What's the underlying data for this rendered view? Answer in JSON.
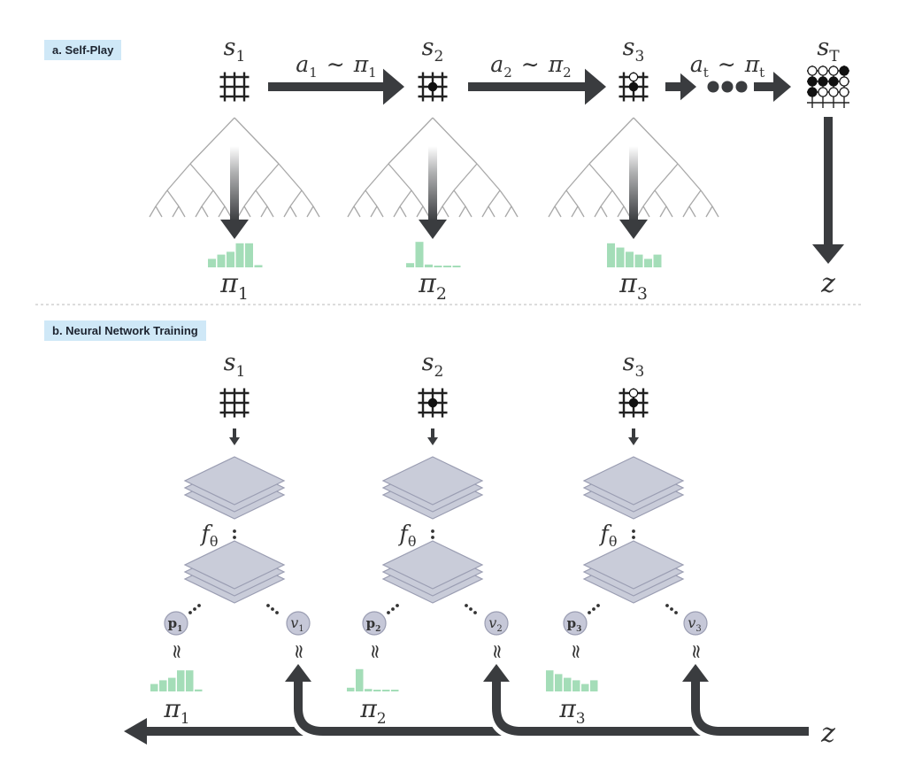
{
  "section_a": {
    "tag": "a. Self-Play"
  },
  "section_b": {
    "tag": "b. Neural Network Training"
  },
  "colors": {
    "arrow": "#3a3c3f",
    "tree": "#a8a8a8",
    "histogram": "#a4ddb8",
    "layer_fill": "#c9ccd9",
    "layer_stroke": "#9a9db2",
    "node_fill": "#c6c8d8",
    "tag_bg": "#cfe8f7"
  },
  "self_play": {
    "states": [
      {
        "sym": "s",
        "sub": "1",
        "stones": []
      },
      {
        "sym": "s",
        "sub": "2",
        "stones": [
          {
            "r": 1,
            "c": 1,
            "color": "black"
          }
        ]
      },
      {
        "sym": "s",
        "sub": "3",
        "stones": [
          {
            "r": 1,
            "c": 1,
            "color": "black"
          },
          {
            "r": 0,
            "c": 1,
            "color": "white"
          }
        ]
      },
      {
        "sym": "s",
        "sub": "T",
        "stones": [
          {
            "r": 0,
            "c": 0,
            "color": "white"
          },
          {
            "r": 0,
            "c": 1,
            "color": "white"
          },
          {
            "r": 0,
            "c": 2,
            "color": "white"
          },
          {
            "r": 0,
            "c": 3,
            "color": "black"
          },
          {
            "r": 1,
            "c": 0,
            "color": "black"
          },
          {
            "r": 1,
            "c": 1,
            "color": "black"
          },
          {
            "r": 1,
            "c": 2,
            "color": "black"
          },
          {
            "r": 1,
            "c": 3,
            "color": "white"
          },
          {
            "r": 2,
            "c": 0,
            "color": "black"
          },
          {
            "r": 2,
            "c": 1,
            "color": "white"
          },
          {
            "r": 2,
            "c": 2,
            "color": "white"
          },
          {
            "r": 2,
            "c": 3,
            "color": "white"
          }
        ]
      }
    ],
    "actions": [
      {
        "a": "a",
        "a_sub": "1",
        "pi": "π",
        "pi_sub": "1"
      },
      {
        "a": "a",
        "a_sub": "2",
        "pi": "π",
        "pi_sub": "2"
      },
      {
        "a": "a",
        "a_sub": "t",
        "pi": "π",
        "pi_sub": "t"
      }
    ],
    "tilde": "∼",
    "policies": [
      {
        "sym": "π",
        "sub": "1",
        "bars": [
          0.3,
          0.45,
          0.55,
          0.85,
          0.85,
          0.08
        ]
      },
      {
        "sym": "π",
        "sub": "2",
        "bars": [
          0.15,
          0.9,
          0.1,
          0.05,
          0.05,
          0.05
        ]
      },
      {
        "sym": "π",
        "sub": "3",
        "bars": [
          0.85,
          0.7,
          0.55,
          0.45,
          0.3,
          0.45
        ]
      }
    ],
    "outcome": "z"
  },
  "training": {
    "columns": [
      {
        "state_sym": "s",
        "state_sub": "1",
        "f": "f",
        "f_sub": "θ",
        "p": "p",
        "p_sub": "1",
        "v": "v",
        "v_sub": "1",
        "pi": "π",
        "pi_sub": "1",
        "approx": "≈"
      },
      {
        "state_sym": "s",
        "state_sub": "2",
        "f": "f",
        "f_sub": "θ",
        "p": "p",
        "p_sub": "2",
        "v": "v",
        "v_sub": "2",
        "pi": "π",
        "pi_sub": "2",
        "approx": "≈"
      },
      {
        "state_sym": "s",
        "state_sub": "3",
        "f": "f",
        "f_sub": "θ",
        "p": "p",
        "p_sub": "3",
        "v": "v",
        "v_sub": "3",
        "pi": "π",
        "pi_sub": "3",
        "approx": "≈"
      }
    ],
    "outcome": "z"
  }
}
